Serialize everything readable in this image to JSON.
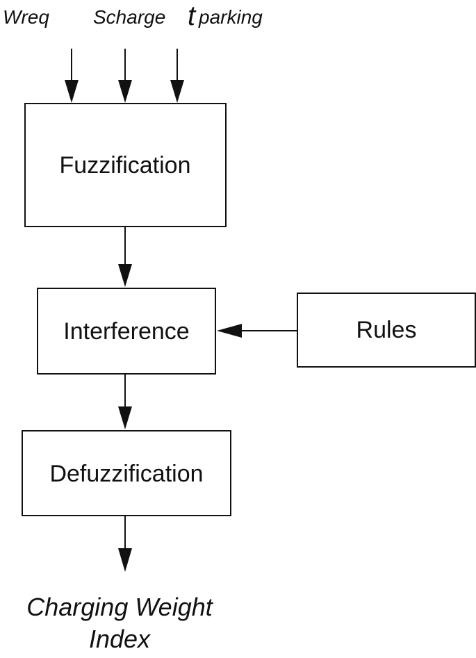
{
  "inputs": {
    "w_req": "Wreq",
    "s_charge": "Scharge",
    "t_parking_initial": "t",
    "t_parking_rest": "parking"
  },
  "blocks": {
    "fuzzification": "Fuzzification",
    "interference": "Interference",
    "rules": "Rules",
    "defuzzification": "Defuzzification"
  },
  "output": {
    "line1": "Charging Weight",
    "line2": "Index"
  },
  "colors": {
    "stroke": "#111111",
    "background": "#ffffff"
  }
}
